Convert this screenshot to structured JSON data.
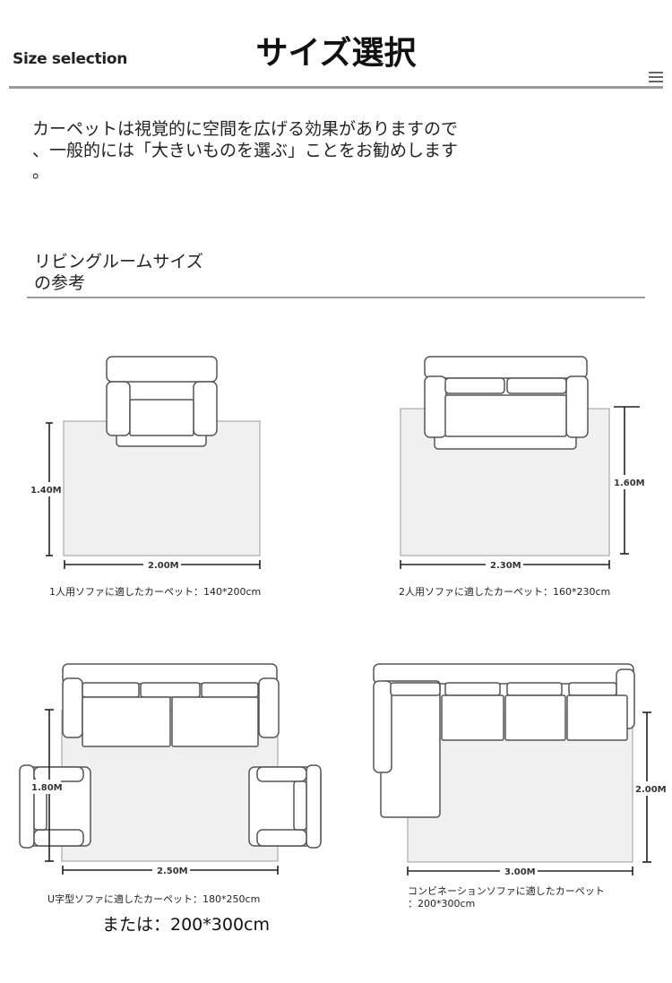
{
  "header": {
    "size_selection": "Size selection",
    "title": "サイズ選択"
  },
  "intro": {
    "line1": "カーペットは視覚的に空間を広げる効果がありますので",
    "line2": "、一般的には「大きいものを選ぶ」ことをお勧めします",
    "line3": "。"
  },
  "section": {
    "title_line1": "リビングルームサイズ",
    "title_line2": "の参考"
  },
  "diagrams": [
    {
      "height_label": "1.40M",
      "width_label": "2.00M",
      "caption": "1人用ソファに適したカーペット：140*200cm"
    },
    {
      "height_label": "1.60M",
      "width_label": "2.30M",
      "caption": "2人用ソファに適したカーペット：160*230cm"
    },
    {
      "height_label": "1.80M",
      "width_label": "2.50M",
      "caption": "U字型ソファに適したカーペット：180*250cm"
    },
    {
      "height_label": "2.00M",
      "width_label": "3.00M",
      "caption_line1": "コンビネーションソファに適したカーペット",
      "caption_line2": "：200*300cm"
    }
  ],
  "or_text": "または：200*300cm",
  "icons": {
    "menu": "menu-icon"
  },
  "colors": {
    "rug_fill": "#f0f0f0",
    "rule_gray": "#9a9a9a",
    "outline": "#555555"
  }
}
